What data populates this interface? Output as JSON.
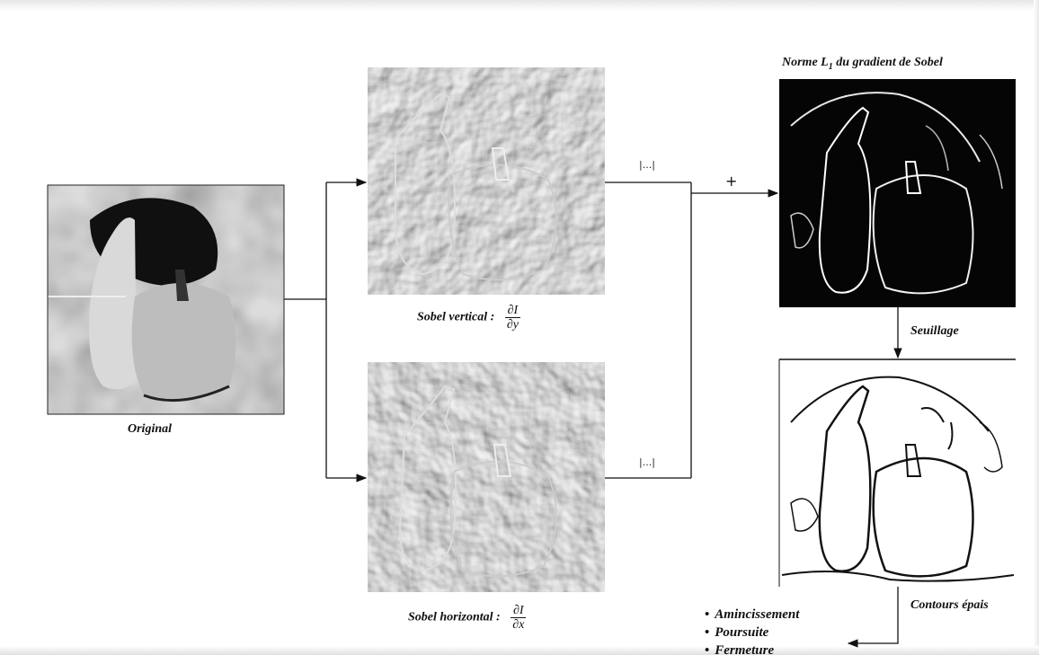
{
  "labels": {
    "original": "Original",
    "sobel_vertical": "Sobel vertical :",
    "sobel_vertical_num": "∂I",
    "sobel_vertical_den": "∂y",
    "sobel_horizontal": "Sobel horizontal :",
    "sobel_horizontal_num": "∂I",
    "sobel_horizontal_den": "∂x",
    "abs_top": "|...|",
    "abs_bottom": "|...|",
    "sum_sign": "+",
    "norm_prefix": "Norme L",
    "norm_subscript": "1",
    "norm_suffix": " du gradient de Sobel",
    "threshold": "Seuillage",
    "thick_contours": "Contours épais"
  },
  "steps": [
    "Amincissement",
    "Poursuite",
    "Fermeture"
  ],
  "colors": {
    "line": "#111111",
    "background": "#ffffff"
  }
}
